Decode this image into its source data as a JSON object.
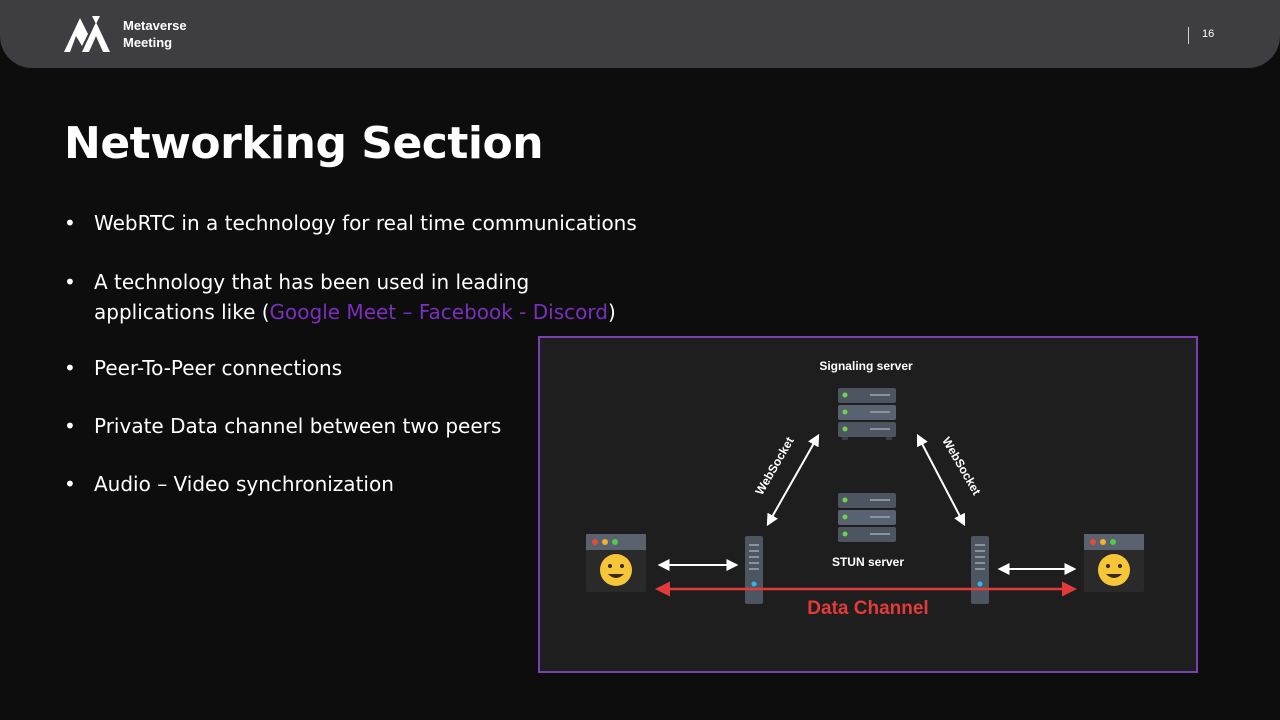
{
  "header": {
    "brand_line1": "Metaverse",
    "brand_line2": "Meeting",
    "page_number": "16"
  },
  "title": "Networking Section",
  "bullets": {
    "b1": "WebRTC in a technology for real time communications",
    "b2_line1": "A technology that has been used in leading",
    "b2_line2_prefix": "applications like (",
    "b2_highlight": "Google Meet – Facebook - Discord",
    "b2_line2_suffix": ")",
    "b3": "Peer-To-Peer connections",
    "b4": "Private Data channel between two peers",
    "b5": "Audio – Video synchronization"
  },
  "diagram": {
    "signaling_server": "Signaling server",
    "stun_server": "STUN server",
    "websocket_left": "WebSocket",
    "websocket_right": "WebSocket",
    "data_channel": "Data Channel"
  },
  "colors": {
    "highlight": "#7b2fbe",
    "frame": "#7a3fb3",
    "data_channel": "#e33b3b"
  }
}
